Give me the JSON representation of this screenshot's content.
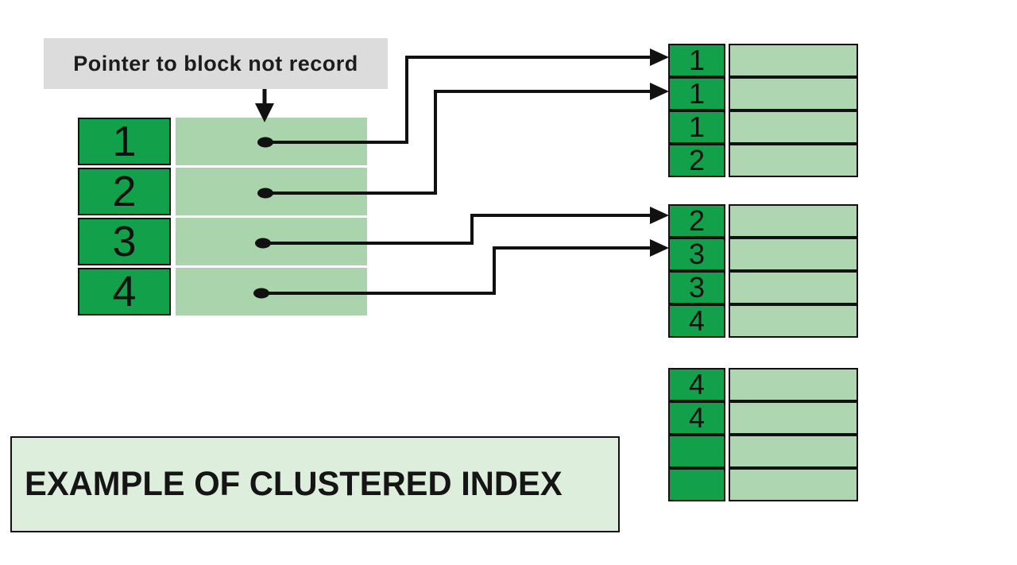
{
  "pointer_label": {
    "text": "Pointer to block not record"
  },
  "left_table": {
    "description": "clustered index with key column and block pointers",
    "rows": [
      {
        "key": "1"
      },
      {
        "key": "2"
      },
      {
        "key": "3"
      },
      {
        "key": "4"
      }
    ]
  },
  "right_blocks": [
    {
      "rows": [
        "1",
        "1",
        "1",
        "2"
      ]
    },
    {
      "rows": [
        "2",
        "3",
        "3",
        "4"
      ]
    },
    {
      "rows": [
        "4",
        "4",
        "",
        ""
      ]
    }
  ],
  "banner": {
    "text": "EXAMPLE OF CLUSTERED INDEX"
  },
  "colors": {
    "key_green": "#12a04b",
    "record_light_green": "#a9d4ac",
    "block_light_green": "#aed7b1",
    "banner_green": "#ddeedd",
    "label_gray": "#dcdcdc",
    "line_black": "#111111"
  }
}
